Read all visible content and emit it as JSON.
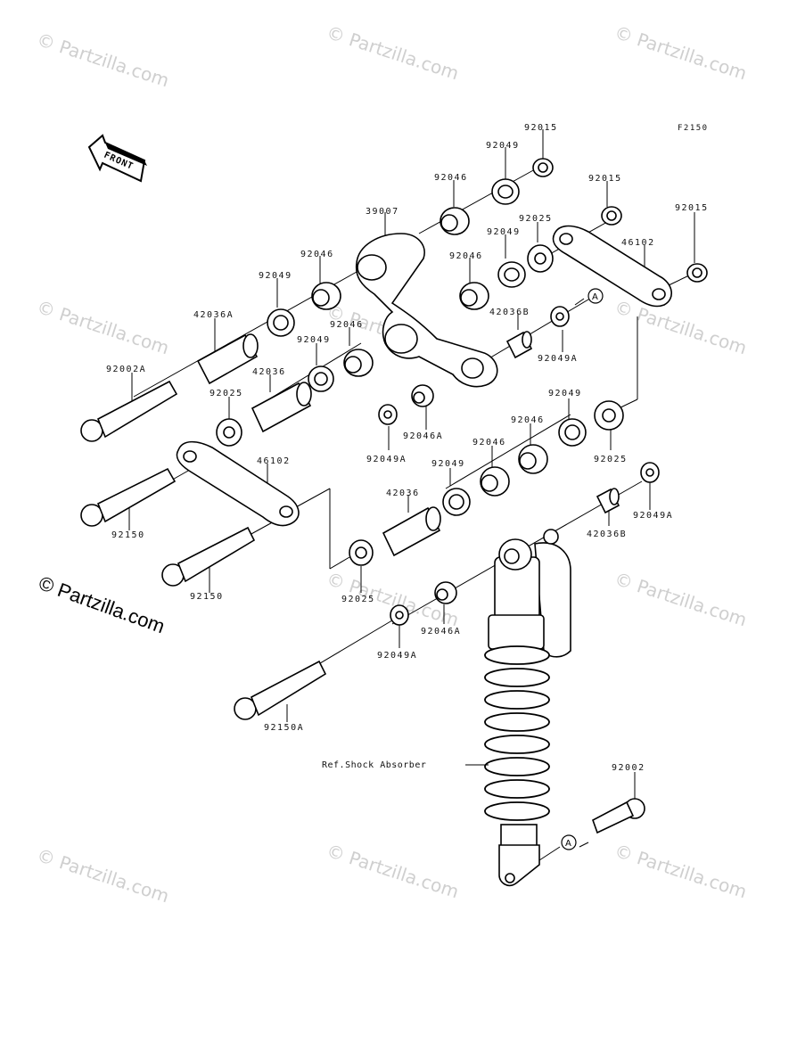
{
  "diagram": {
    "code": "F2150",
    "front_label": "FRONT",
    "ref_label": "Ref.Shock Absorber",
    "copyright": "© Partzilla.com",
    "watermark": "© Partzilla.com",
    "callout_marker": "A",
    "parts": {
      "p92015_top": "92015",
      "p92049_top": "92049",
      "p92046_top": "92046",
      "p39007": "39007",
      "p92025_top": "92025",
      "p92049_mid": "92049",
      "p92046_mid": "92046",
      "p92015_right1": "92015",
      "p46102_right": "46102",
      "p92015_right2": "92015",
      "p42036B_top": "42036B",
      "p92049A_right": "92049A",
      "p92046_left": "92046",
      "p92049_left": "92049",
      "p42036A": "42036A",
      "p92046_left2": "92046",
      "p92049_left2": "92049",
      "p42036_left": "42036",
      "p92002A": "92002A",
      "p92025_left": "92025",
      "p92046A_mid": "92046A",
      "p92049A_mid": "92049A",
      "p92049_r2": "92049",
      "p92046_r2": "92046",
      "p92046_r3": "92046",
      "p92049_r3": "92049",
      "p92025_r2": "92025",
      "p46102_left": "46102",
      "p92150_1": "92150",
      "p92150_2": "92150",
      "p42036_mid": "42036",
      "p92025_bot": "92025",
      "p92046A_bot": "92046A",
      "p92049A_bot": "92049A",
      "p42036B_bot": "42036B",
      "p92049A_bot2": "92049A",
      "p92150A": "92150A",
      "p92002": "92002"
    }
  }
}
